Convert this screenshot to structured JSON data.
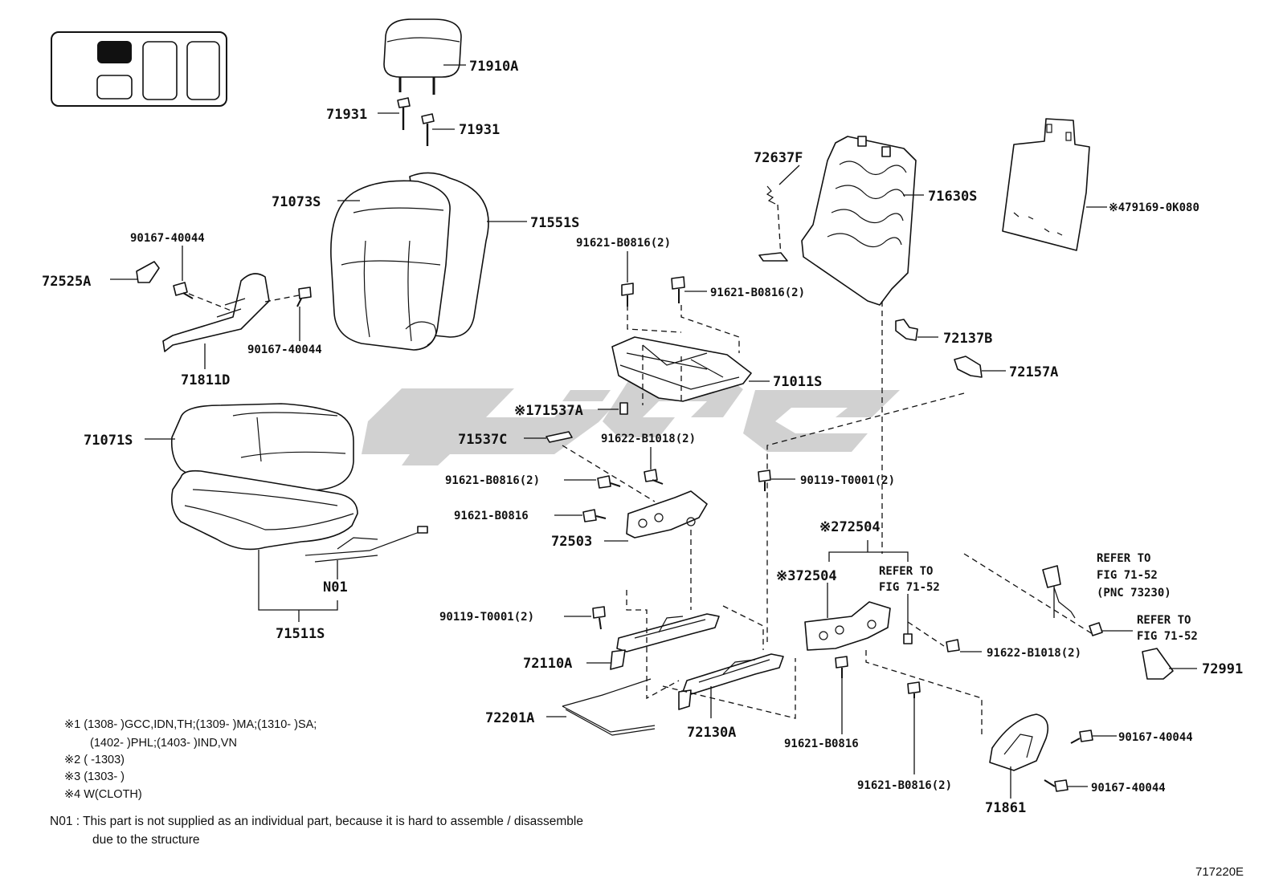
{
  "diagram_code": "717220E",
  "parts": {
    "p71910A": "71910A",
    "p71931a": "71931",
    "p71931b": "71931",
    "p71073S": "71073S",
    "p71551S": "71551S",
    "p90167_40044_a": "90167-40044",
    "p72525A": "72525A",
    "p90167_40044_b": "90167-40044",
    "p71811D": "71811D",
    "p71071S": "71071S",
    "pN01": "N01",
    "p71511S": "71511S",
    "p72637F": "72637F",
    "p71630S": "71630S",
    "p479169": "※479169-0K080",
    "p91621_B0816_2a": "91621-B0816(2)",
    "p91621_B0816_2b": "91621-B0816(2)",
    "p72137B": "72137B",
    "p72157A": "72157A",
    "p71011S": "71011S",
    "p71537A": "※171537A",
    "p71537C": "71537C",
    "p91622_B1018_2a": "91622-B1018(2)",
    "p91621_B0816_2c": "91621-B0816(2)",
    "p90119_T0001_2a": "90119-T0001(2)",
    "p91621_B0816a": "91621-B0816",
    "p72503": "72503",
    "p72504a": "※272504",
    "p72504b": "※372504",
    "refer1_l1": "REFER TO",
    "refer1_l2": "FIG 71-52",
    "refer2_l1": "REFER TO",
    "refer2_l2": "FIG 71-52",
    "refer2_l3": "(PNC 73230)",
    "refer3_l1": "REFER TO",
    "refer3_l2": "FIG 71-52",
    "p90119_T0001_2b": "90119-T0001(2)",
    "p72110A": "72110A",
    "p91622_B1018_2b": "91622-B1018(2)",
    "p72991": "72991",
    "p72201A": "72201A",
    "p72130A": "72130A",
    "p91621_B0816b": "91621-B0816",
    "p90167_40044_c": "90167-40044",
    "p91621_B0816_2d": "91621-B0816(2)",
    "p90167_40044_d": "90167-40044",
    "p71861": "71861"
  },
  "notes": {
    "n1a": "※1 (1308-        )GCC,IDN,TH;(1309-        )MA;(1310-        )SA;",
    "n1b": "(1402-        )PHL;(1403-        )IND,VN",
    "n2": "※2 (        -1303)",
    "n3": "※3 (1303-        )",
    "n4": "※4 W(CLOTH)",
    "n01a": "N01 :  This part is not supplied as an individual part, because it is hard to assemble / disassemble",
    "n01b": "due to the structure"
  }
}
